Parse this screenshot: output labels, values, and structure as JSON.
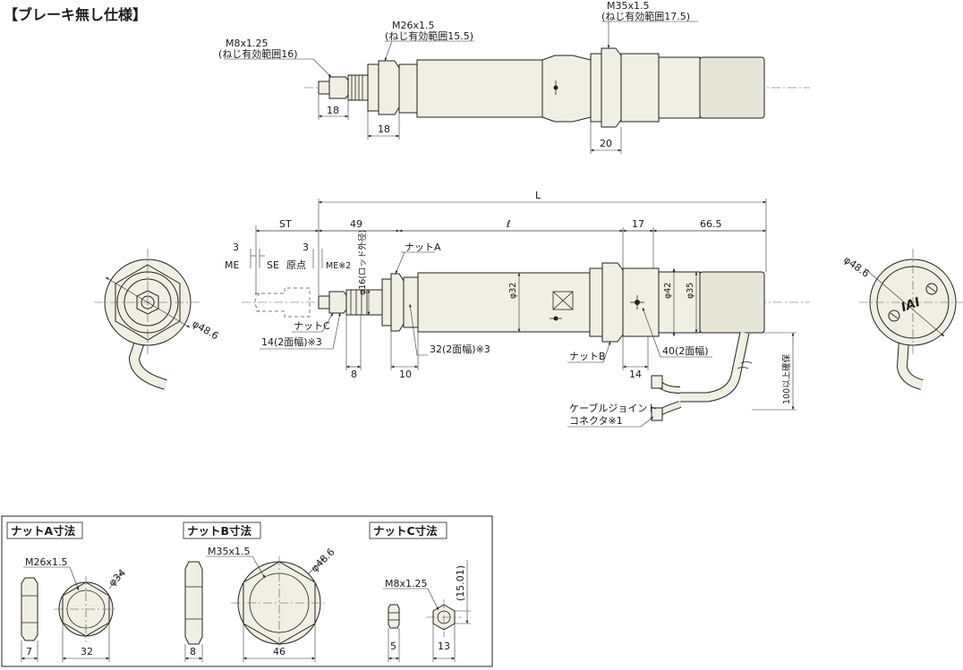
{
  "title": "【ブレーキ無し仕様】",
  "top_view": {
    "m8_label": "M8x1.25",
    "m8_note": "(ねじ有効範囲16)",
    "m26_label": "M26x1.5",
    "m26_note": "(ねじ有効範囲15.5)",
    "m35_label": "M35x1.5",
    "m35_note": "(ねじ有効範囲17.5)",
    "dim_18a": "18",
    "dim_18b": "18",
    "dim_20": "20"
  },
  "main_view": {
    "dim_L": "L",
    "dim_ST": "ST",
    "dim_49": "49",
    "dim_l": "ℓ",
    "dim_17": "17",
    "dim_665": "66.5",
    "dim_3a": "3",
    "dim_3b": "3",
    "me": "ME",
    "se": "SE",
    "origin": "原点",
    "me2": "ME※2",
    "rod_dia": "φ16(ロッド外径)",
    "nut_a": "ナットA",
    "nut_b": "ナットB",
    "nut_c": "ナットC",
    "dia32": "φ32",
    "dia42": "φ42",
    "dia35": "φ35",
    "width14": "14(2面幅)※3",
    "width32": "32(2面幅)※3",
    "width40": "40(2面幅)",
    "dim_8": "8",
    "dim_10": "10",
    "dim_14": "14",
    "cable_len": "100以上確保",
    "cable_joint": "ケーブルジョイント",
    "connector": "コネクタ※1"
  },
  "left_view": {
    "dia": "φ48.6"
  },
  "right_view": {
    "dia": "φ48.6",
    "logo": "IAI"
  },
  "nut_box": {
    "a": {
      "header": "ナットA寸法",
      "thread": "M26x1.5",
      "dia": "φ34",
      "w": "7",
      "af": "32"
    },
    "b": {
      "header": "ナットB寸法",
      "thread": "M35x1.5",
      "dia": "φ48.6",
      "w": "8",
      "af": "46"
    },
    "c": {
      "header": "ナットC寸法",
      "thread": "M8x1.25",
      "h": "(15.01)",
      "w": "5",
      "af": "13"
    }
  }
}
